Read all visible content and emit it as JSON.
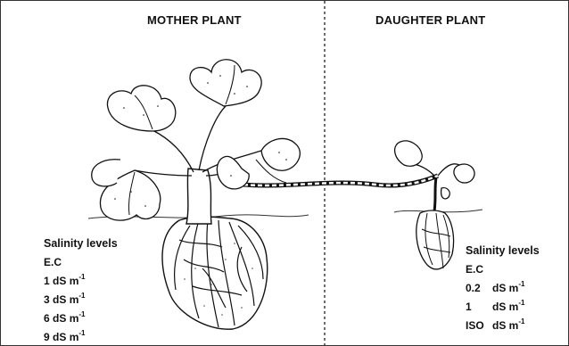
{
  "mother": {
    "title": "MOTHER PLANT",
    "legend_title": "Salinity levels",
    "ec_label": "E.C",
    "levels": [
      {
        "value": "1",
        "unit": "dS m",
        "exp": "-1"
      },
      {
        "value": "3",
        "unit": "dS m",
        "exp": "-1"
      },
      {
        "value": "6",
        "unit": "dS m",
        "exp": "-1"
      },
      {
        "value": "9",
        "unit": "dS m",
        "exp": "-1"
      }
    ]
  },
  "daughter": {
    "title": "DAUGHTER PLANT",
    "legend_title": "Salinity levels",
    "ec_label": "E.C",
    "levels": [
      {
        "value": "0.2",
        "unit": "dS m",
        "exp": "-1"
      },
      {
        "value": "1",
        "unit": "dS m",
        "exp": "-1"
      },
      {
        "value": "ISO",
        "unit": "dS m",
        "exp": "-1"
      }
    ]
  }
}
